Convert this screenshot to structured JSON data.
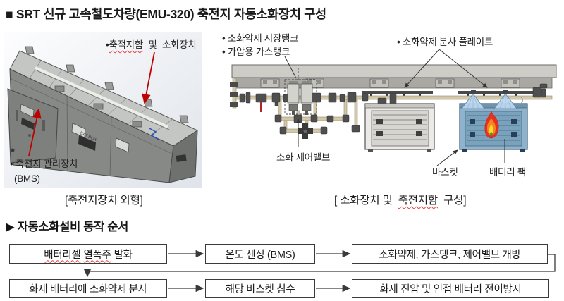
{
  "title": "■ SRT 신규 고속철도차량(EMU-320) 축전지 자동소화장치 구성",
  "left_figure": {
    "caption": "[축전지장치 외형]",
    "battery_box_label": {
      "words": [
        {
          "t": "•",
          "m": false
        },
        {
          "t": "축적지함",
          "m": true
        },
        {
          "t": "및",
          "m": false
        },
        {
          "t": "소화장치",
          "m": false
        }
      ]
    },
    "bms_label_line1": "• 축전지 관리장치",
    "bms_label_line2": "(BMS)",
    "plate_text": "BAT BOX"
  },
  "right_figure": {
    "caption": {
      "words": [
        {
          "t": "[ 소화장치 및",
          "m": false
        },
        {
          "t": "축전지함",
          "m": true
        },
        {
          "t": "구성]",
          "m": false
        }
      ]
    },
    "label_agent_tank": "• 소화약제 저장탱크",
    "label_gas_tank": "• 가압용 가스탱크",
    "label_spray_plate": "• 소화약제 분사 플레이트",
    "label_control_valve": "소화 제어밸브",
    "label_basket": "바스켓",
    "label_battery_pack": "배터리 팩"
  },
  "flowchart": {
    "heading": "▶ 자동소화설비 동작 순서",
    "steps": [
      {
        "words": [
          {
            "t": "배터리셀",
            "m": true
          },
          {
            "t": "열폭주",
            "m": true
          },
          {
            "t": "발화",
            "m": false
          }
        ]
      },
      {
        "label": "온도 센싱 (BMS)"
      },
      {
        "label": "소화약제, 가스탱크, 제어밸브 개방"
      },
      {
        "label": "화재 배터리에 소화약제 분사"
      },
      {
        "label": "해당 바스켓 침수"
      },
      {
        "label": "화재 진압 및 인접 배터리 전이방지"
      }
    ]
  },
  "colors": {
    "arrow_red": "#c00000",
    "squiggle_red": "#e04040",
    "flow_border": "#3a3a3a",
    "basket_blue": "#8fb3cd",
    "flame_red": "#e53122",
    "flame_orange": "#f5851c",
    "flame_yellow": "#ffd92e",
    "pipe_tan": "#d6c8a4",
    "bar_gray": "#cdccc6"
  }
}
